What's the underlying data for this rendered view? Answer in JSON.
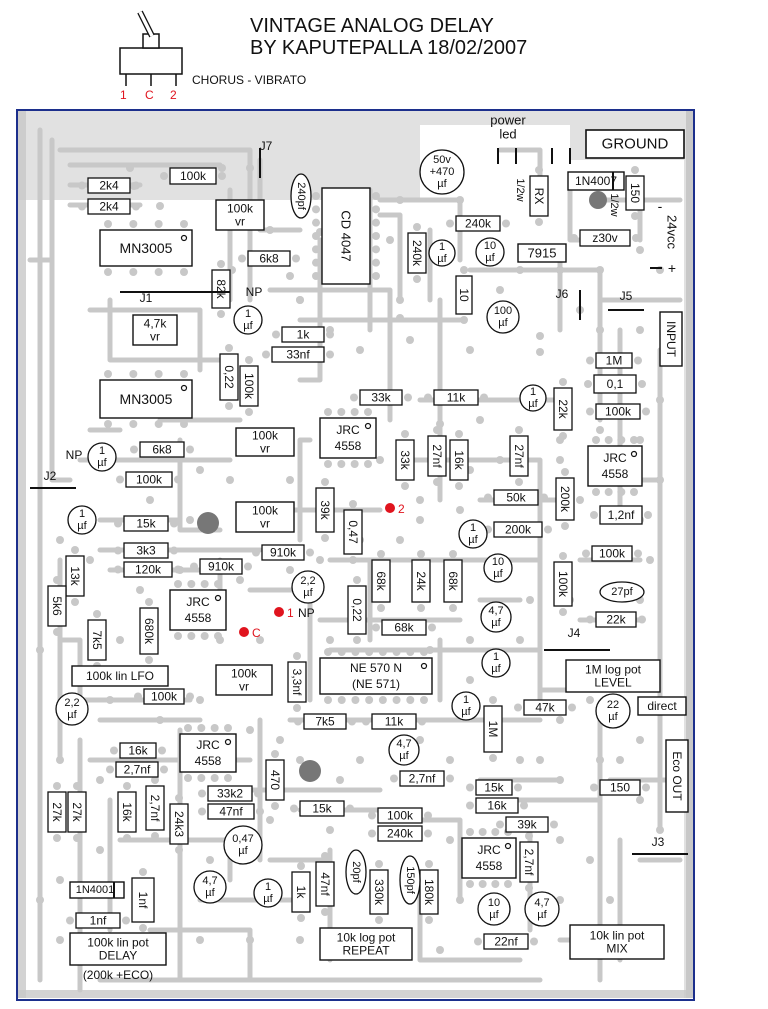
{
  "header": {
    "title_line1": "VINTAGE ANALOG DELAY",
    "title_line2": "BY KAPUTEPALLA 18/02/2007",
    "switch_mode_label": "CHORUS - VIBRATO",
    "switch_pins": [
      "1",
      "C",
      "2"
    ]
  },
  "colors": {
    "copper": "#c8c8c8",
    "trace": "#c8c8c8",
    "pad_fill": "#c8c8c8",
    "board_border": "#1c2f8c",
    "ink": "#111111",
    "marker_red": "#e0141e"
  },
  "power": {
    "power_led_label": "power\nled",
    "ground_label": "GROUND",
    "vcc_label": "24vcc",
    "plus_label": "+",
    "minus_label": "-"
  },
  "connectors": {
    "j1": "J1",
    "j2": "J2",
    "j3": "J3",
    "j4": "J4",
    "j5": "J5",
    "j6": "J6",
    "j7": "J7"
  },
  "ics": {
    "mn3005_top": "MN3005",
    "mn3005_bottom": "MN3005",
    "cd4047": "CD 4047",
    "jrc_label": "JRC",
    "jrc_part": "4558",
    "ne570_line1": "NE 570 N",
    "ne570_line2": "(NE 571)",
    "reg7915": "7915",
    "diode_1n4007": "1N4007",
    "diode_1n4001": "1N4001"
  },
  "resistors": [
    "100k",
    "2k4",
    "2k4",
    "6k8",
    "82k",
    "1k",
    "240k",
    "240k",
    "10",
    "33k",
    "11k",
    "22k",
    "1M",
    "100k",
    "6k8",
    "100k",
    "33k",
    "16k",
    "50k",
    "200k",
    "200k",
    "39k",
    "15k",
    "3k3",
    "120k",
    "910k",
    "910k",
    "13k",
    "5k6",
    "7k5",
    "680k",
    "68k",
    "24k",
    "68k",
    "68k",
    "100k",
    "100k",
    "22k",
    "100k",
    "7k5",
    "11k",
    "1M",
    "47k",
    "16k",
    "27k",
    "27k",
    "16k",
    "24k3",
    "33k2",
    "470",
    "15k",
    "100k",
    "240k",
    "15k",
    "16k",
    "39k",
    "150",
    "1k",
    "330k",
    "180k",
    "150",
    "RX",
    "100k"
  ],
  "capacitors": [
    "240pf",
    "33nf",
    "0,22",
    "0,47",
    "27nf",
    "27nf",
    "0,1",
    "1,2nf",
    "27pf",
    "0,22",
    "3,3nf",
    "2,7nf",
    "2,7nf",
    "47nf",
    "2,7nf",
    "47nf",
    "20pf",
    "150pf",
    "1nf",
    "1nf",
    "22nf",
    "2,7nf",
    "z30v"
  ],
  "electrolytics": {
    "big_top": "50v\n+470\nµf",
    "one_uf": "1\nµf",
    "ten_uf": "10\nµf",
    "hundred_uf": "100\nµf",
    "two2_uf": "2,2\nµf",
    "four7_uf": "4,7\nµf",
    "twentytwo_uf": "22\nµf",
    "zero47_uf": "0,47\nµf",
    "np": "NP"
  },
  "pots": {
    "vr_4k7": "4,7k\nvr",
    "vr_100k": "100k\nvr",
    "lin_lfo": "100k lin LFO",
    "log_level": "1M log pot\nLEVEL",
    "lin_delay": "100k lin pot\nDELAY",
    "delay_note": "(200k +ECO)",
    "log_repeat": "10k log pot\nREPEAT",
    "lin_mix": "10k lin pot\nMIX"
  },
  "io": {
    "input": "INPUT",
    "direct": "direct",
    "eco_out": "Eco OUT"
  },
  "markers": {
    "pin1": "1",
    "pin1_np": "NP",
    "pin_c": "C",
    "pin2": "2"
  },
  "misc": {
    "one_half_w": "1/2w",
    "one_half_w2": "1/2w"
  }
}
